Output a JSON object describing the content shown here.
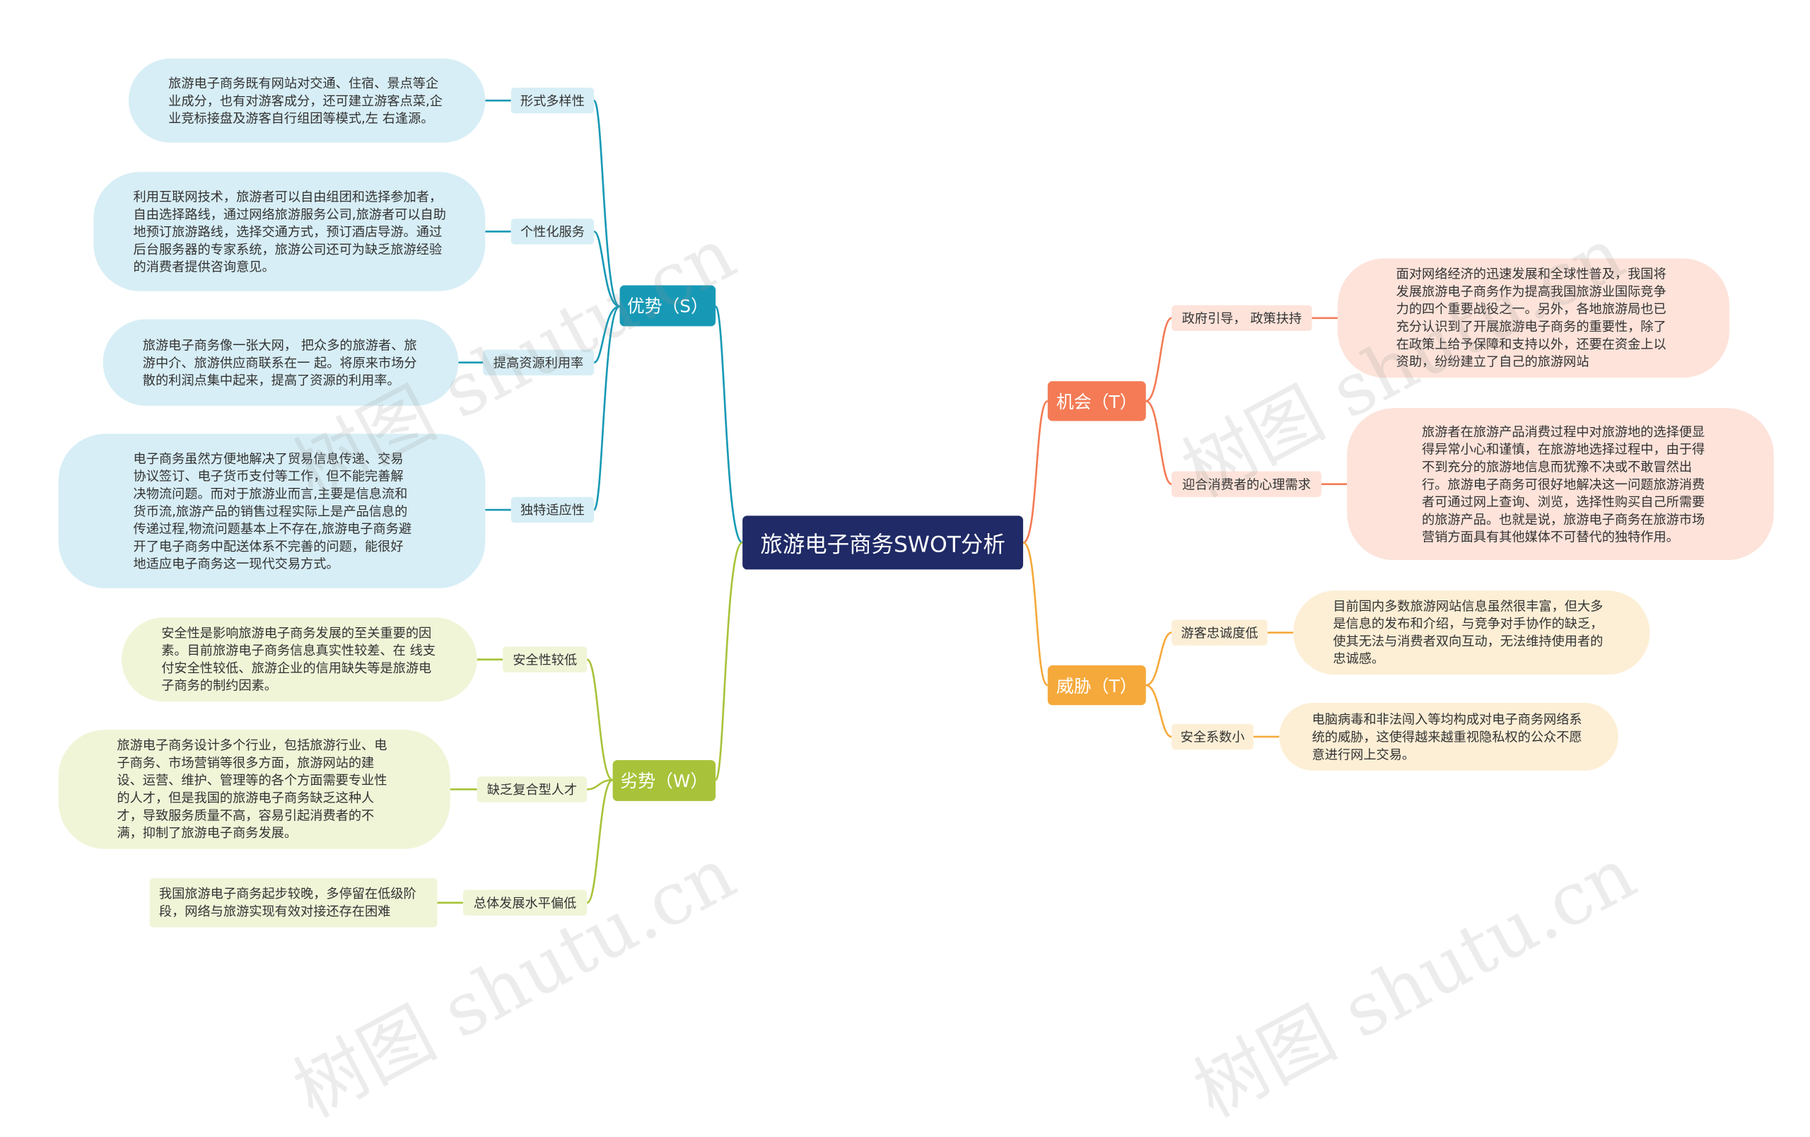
{
  "colors": {
    "root": "#1f2a66",
    "strength": "#1799b5",
    "weakness": "#a8c33a",
    "opportunity": "#f47b55",
    "threat": "#f6a93b",
    "strength_light": "#d7eef6",
    "weakness_light": "#f0f5d8",
    "opportunity_light": "#fde3da",
    "threat_light": "#fdefd6"
  },
  "root": {
    "label": "旅游电子商务SWOT分析"
  },
  "strength": {
    "label": "优势（S）",
    "items": [
      {
        "label": "形式多样性",
        "text": "旅游电子商务既有网站对交通、住宿、景点等企业成分，也有对游客成分，还可建立游客点菜,企业竞标接盘及游客自行组团等模式,左 右逢源。"
      },
      {
        "label": "个性化服务",
        "text": "利用互联网技术，旅游者可以自由组团和选择参加者，自由选择路线，通过网络旅游服务公司,旅游者可以自助地预订旅游路线，选择交通方式，预订酒店导游。通过后台服务器的专家系统，旅游公司还可为缺乏旅游经验的消费者提供咨询意见。"
      },
      {
        "label": "提高资源利用率",
        "text": "旅游电子商务像一张大网， 把众多的旅游者、旅游中介、旅游供应商联系在一 起。将原来市场分散的利润点集中起来，提高了资源的利用率。"
      },
      {
        "label": "独特适应性",
        "text": "电子商务虽然方便地解决了贸易信息传递、交易协议签订、电子货币支付等工作，但不能完善解决物流问题。而对于旅游业而言,主要是信息流和货币流,旅游产品的销售过程实际上是产品信息的传递过程,物流问题基本上不存在,旅游电子商务避开了电子商务中配送体系不完善的问题，能很好地适应电子商务这一现代交易方式。"
      }
    ]
  },
  "weakness": {
    "label": "劣势（W）",
    "items": [
      {
        "label": "安全性较低",
        "text": "安全性是影响旅游电子商务发展的至关重要的因素。目前旅游电子商务信息真实性较差、在 线支付安全性较低、旅游企业的信用缺失等是旅游电子商务的制约因素。"
      },
      {
        "label": "缺乏复合型人才",
        "text": "旅游电子商务设计多个行业，包括旅游行业、电子商务、市场营销等很多方面，旅游网站的建设、运营、维护、管理等的各个方面需要专业性的人才，但是我国的旅游电子商务缺乏这种人才，导致服务质量不高，容易引起消费者的不满，抑制了旅游电子商务发展。"
      },
      {
        "label": "总体发展水平偏低",
        "text": "我国旅游电子商务起步较晚，多停留在低级阶段，网络与旅游实现有效对接还存在困难"
      }
    ]
  },
  "opportunity": {
    "label": "机会（T）",
    "items": [
      {
        "label": "政府引导， 政策扶持",
        "text": "面对网络经济的迅速发展和全球性普及，我国将发展旅游电子商务作为提高我国旅游业国际竞争力的四个重要战役之一。另外，各地旅游局也已充分认识到了开展旅游电子商务的重要性，除了在政策上给予保障和支持以外，还要在资金上以资助，纷纷建立了自己的旅游网站"
      },
      {
        "label": "迎合消费者的心理需求",
        "text": "旅游者在旅游产品消费过程中对旅游地的选择便显得异常小心和谨慎，在旅游地选择过程中，由于得不到充分的旅游地信息而犹豫不决或不敢冒然出行。旅游电子商务可很好地解决这一问题旅游消费者可通过网上查询、浏览，选择性购买自己所需要的旅游产品。也就是说，旅游电子商务在旅游市场营销方面具有其他媒体不可替代的独特作用。"
      }
    ]
  },
  "threat": {
    "label": "威胁（T）",
    "items": [
      {
        "label": "游客忠诚度低",
        "text": "目前国内多数旅游网站信息虽然很丰富，但大多是信息的发布和介绍，与竞争对手协作的缺乏，使其无法与消费者双向互动，无法维持使用者的忠诚感。"
      },
      {
        "label": "安全系数小",
        "text": "电脑病毒和非法闯入等均构成对电子商务网络系统的威胁，这使得越来越重视隐私权的公众不愿意进行网上交易。"
      }
    ]
  },
  "watermark": "树图 shutu.cn"
}
